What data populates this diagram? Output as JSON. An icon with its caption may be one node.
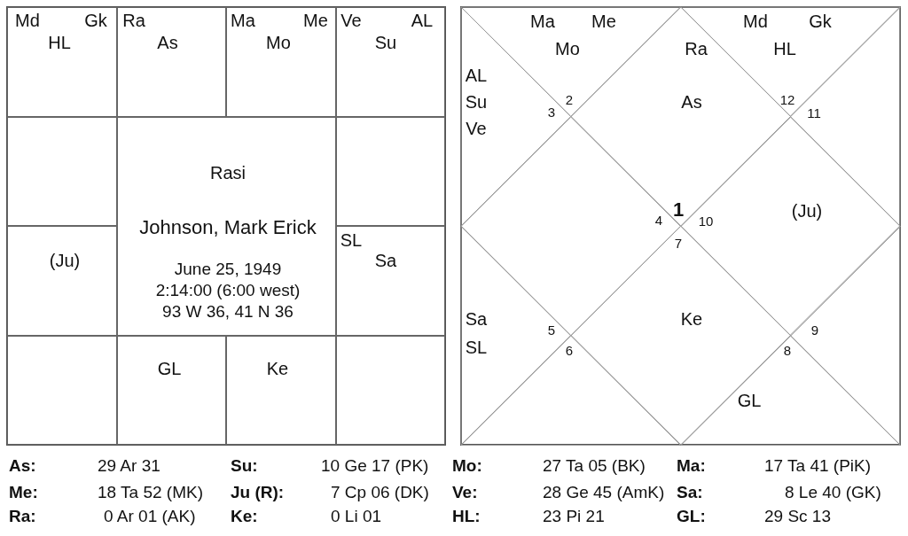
{
  "diagram": {
    "nodes": [
      {
        "text": [
          "Md",
          "Gk",
          "HL"
        ]
      },
      {
        "text": [
          "Ra",
          "As"
        ]
      },
      {
        "text": [
          "Ma",
          "Me",
          "Mo"
        ]
      },
      {
        "text": [
          "Ve",
          "AL",
          "Su"
        ]
      },
      {
        "text": [],
        "shape": "box"
      },
      {
        "text": [
          "Rasi",
          "Johnson, Mark Erick",
          "June 25, 1949",
          "2:14:00 (6:00 west)",
          "93 W 36, 41 N 36"
        ]
      },
      {
        "text": [],
        "shape": "box"
      },
      {
        "text": [
          "(Ju)"
        ]
      },
      {
        "text": [
          "SL",
          "Sa"
        ]
      },
      {
        "text": [],
        "shape": "box"
      },
      {
        "text": [
          "GL"
        ]
      },
      {
        "text": [
          "Ke"
        ]
      },
      {
        "text": [],
        "shape": "box"
      },
      {
        "text": [
          "Ra",
          "As",
          "1"
        ]
      },
      {
        "text": [
          "Ma",
          "Me",
          "Mo",
          "2"
        ]
      },
      {
        "text": [
          "AL",
          "Su",
          "Ve",
          "3"
        ]
      },
      {
        "text": [
          "4"
        ]
      },
      {
        "text": [
          "Sa",
          "SL",
          "5"
        ]
      },
      {
        "text": [
          "6"
        ]
      },
      {
        "text": [
          "Ke",
          "7"
        ]
      },
      {
        "text": [
          "8",
          "GL"
        ]
      },
      {
        "text": [
          "9"
        ]
      },
      {
        "text": [
          "(Ju)",
          "10"
        ]
      },
      {
        "text": [
          "11"
        ]
      },
      {
        "text": [
          "Md",
          "Gk",
          "HL",
          "12"
        ]
      }
    ],
    "edges": [],
    "labels": [
      "As:",
      "29 Ar 31",
      "Su:",
      "10 Ge 17 (PK)",
      "Mo:",
      "27 Ta 05 (BK)",
      "Ma:",
      "17 Ta 41 (PiK)",
      "Me:",
      "18 Ta 52 (MK)",
      "Ju (R):",
      "7 Cp 06 (DK)",
      "Ve:",
      "28 Ge 45 (AmK)",
      "Sa:",
      "8 Le 40 (GK)",
      "Ra:",
      "0 Ar 01 (AK)",
      "Ke:",
      "0 Li 01",
      "HL:",
      "23 Pi 21",
      "GL:",
      "29 Sc 13"
    ]
  }
}
